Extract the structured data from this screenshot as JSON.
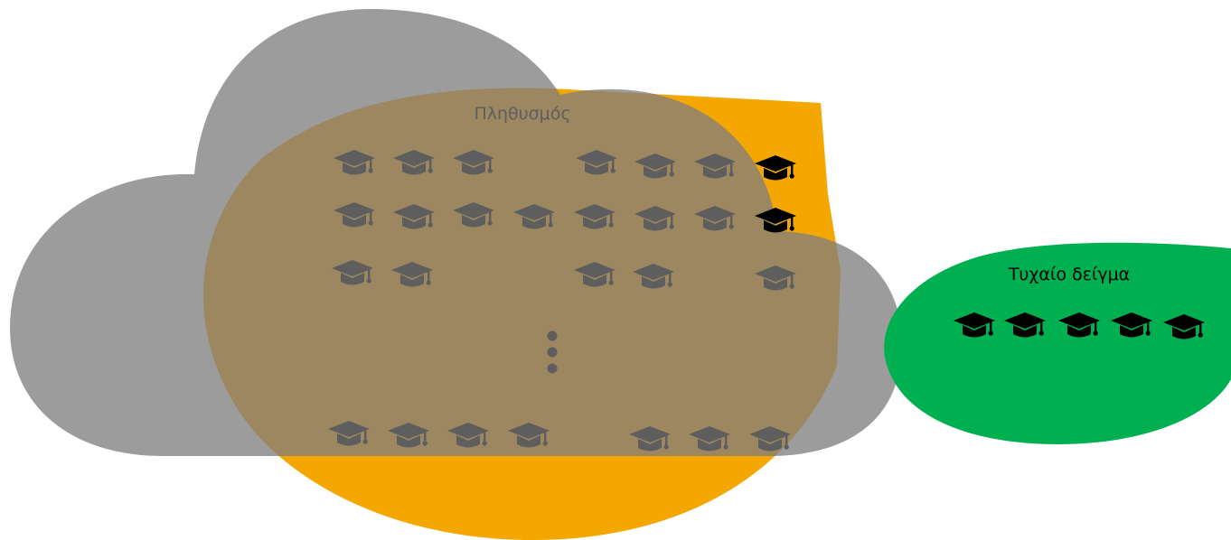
{
  "population": {
    "label": "Πληθυσμός",
    "cloud_color": "#999999",
    "blob_color": "#F4A700",
    "overlap_color": "#9C8760",
    "cap_color": "#5E5E5E",
    "selected_cap_color": "#000000",
    "row_1_cap_count": 7,
    "row_2_cap_count": 8,
    "row_3_cap_count": 5,
    "last_row_cap_count": 7,
    "continuation_mark": "vertical-ellipsis",
    "highlighted_caps": 2
  },
  "sample": {
    "label": "Τυχαίο δείγμα",
    "ellipse_color": "#00B050",
    "cap_color": "#000000",
    "cap_count": 5
  }
}
